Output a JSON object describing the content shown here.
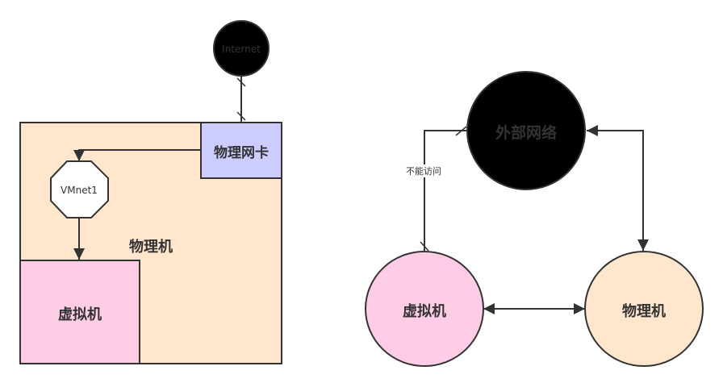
{
  "left_diagram": {
    "internet": {
      "label": "Internet",
      "fill": "#000000",
      "text_color": "#333333"
    },
    "host": {
      "label": "物理机",
      "fill": "#FFE6CC"
    },
    "nic": {
      "label": "物理网卡",
      "fill": "#CCCCFF"
    },
    "vmnet": {
      "label": "VMnet1",
      "fill": "#FFFFFF"
    },
    "vm": {
      "label": "虚拟机",
      "fill": "#FFCCE6"
    }
  },
  "right_diagram": {
    "external": {
      "label": "外部网络",
      "fill": "#000000",
      "text_color": "#333333"
    },
    "vm": {
      "label": "虚拟机",
      "fill": "#FFCCE6"
    },
    "host": {
      "label": "物理机",
      "fill": "#FFE6CC"
    },
    "blocked_edge_label": "不能访问"
  },
  "colors": {
    "stroke": "#333333"
  }
}
